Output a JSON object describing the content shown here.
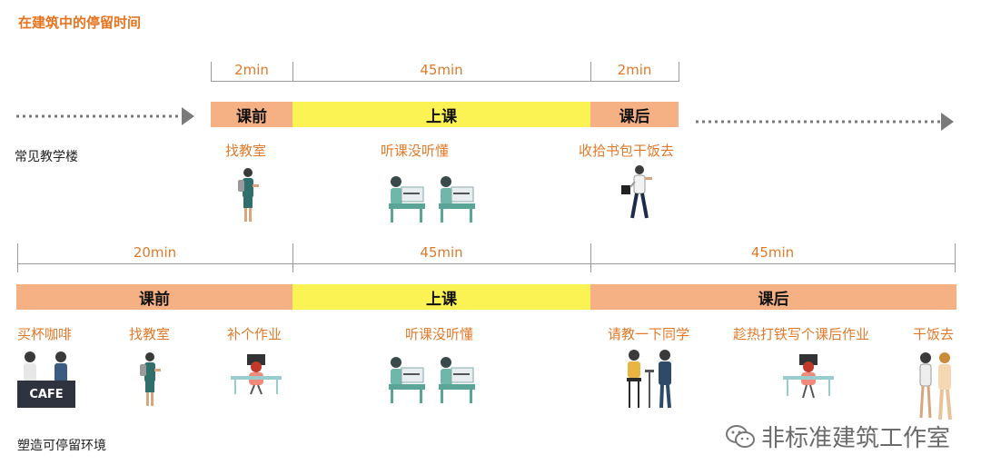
{
  "title": "在建筑中的停留时间",
  "row1": {
    "label": "常见教学楼",
    "durations": [
      "2min",
      "45min",
      "2min"
    ],
    "segments": [
      "课前",
      "上课",
      "课后"
    ],
    "activities": [
      "找教室",
      "听课没听懂",
      "收拾书包干饭去"
    ]
  },
  "row2": {
    "label": "塑造可停留环境",
    "durations": [
      "20min",
      "45min",
      "45min"
    ],
    "segments": [
      "课前",
      "上课",
      "课后"
    ],
    "activities": [
      "买杯咖啡",
      "找教室",
      "补个作业",
      "听课没听懂",
      "请教一下同学",
      "趁热打铁写个课后作业",
      "干饭去"
    ],
    "cafe_sign": "CAFE"
  },
  "watermark": "非标准建筑工作室",
  "colors": {
    "orange": "#f5b183",
    "yellow": "#fbf354",
    "accent": "#e07a2a"
  }
}
